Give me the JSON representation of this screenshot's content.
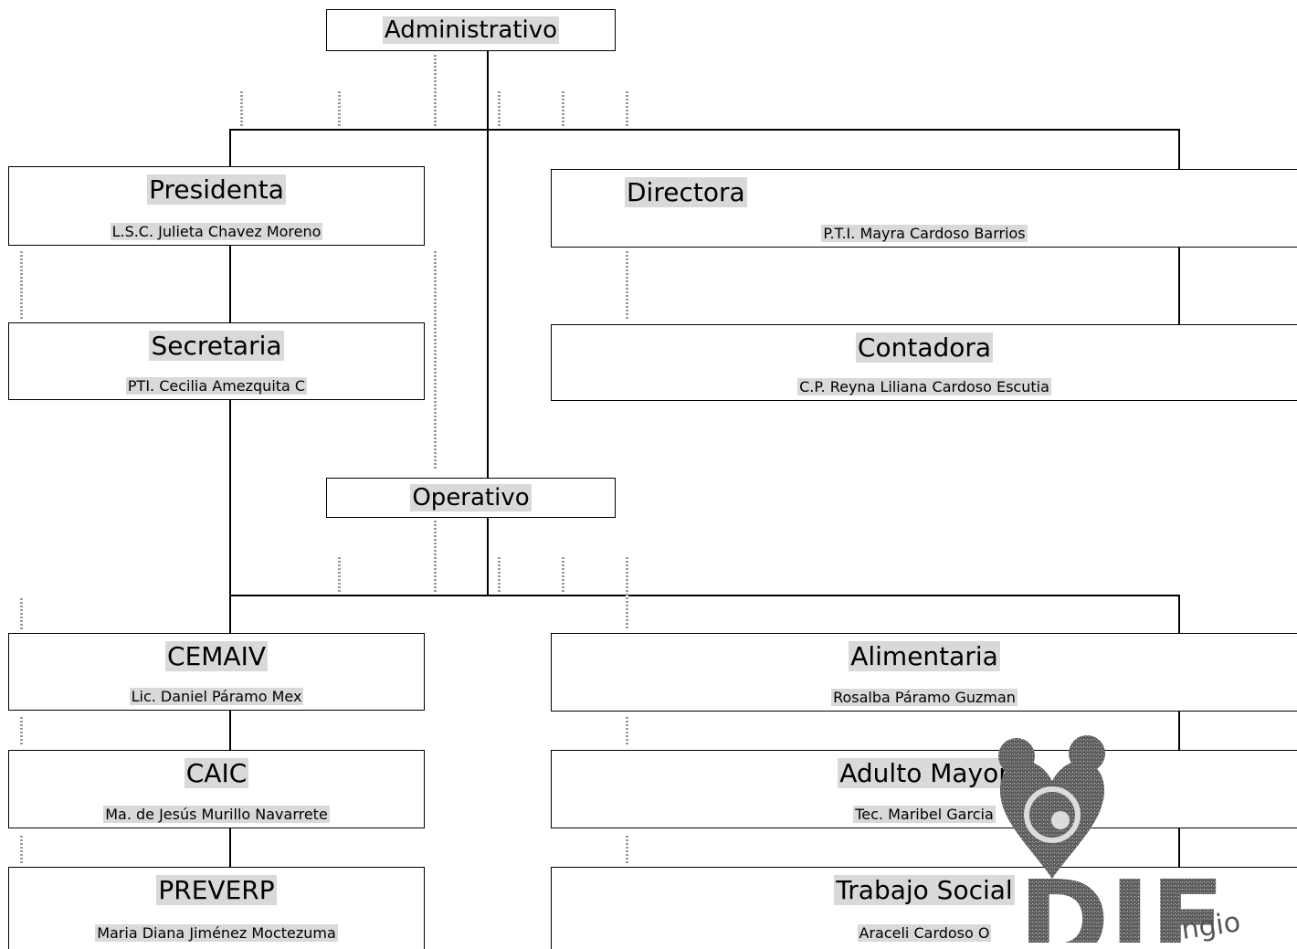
{
  "headers": {
    "administrativo": "Administrativo",
    "operativo": "Operativo"
  },
  "boxes": {
    "presidenta": {
      "role": "Presidenta",
      "name": "L.S.C. Julieta Chavez Moreno"
    },
    "directora": {
      "role": "Directora",
      "name": "P.T.I. Mayra Cardoso Barrios"
    },
    "secretaria": {
      "role": "Secretaria",
      "name": "PTI. Cecilia Amezquita C"
    },
    "contadora": {
      "role": "Contadora",
      "name": "C.P. Reyna Liliana Cardoso Escutia"
    },
    "cemaiv": {
      "role": "CEMAIV",
      "name": "Lic. Daniel Páramo Mex"
    },
    "alimentaria": {
      "role": "Alimentaria",
      "name": "Rosalba Páramo Guzman"
    },
    "caic": {
      "role": "CAIC",
      "name": "Ma. de Jesús Murillo Navarrete"
    },
    "adulto_mayor": {
      "role": "Adulto Mayor",
      "name": "Tec. Maribel Garcia"
    },
    "preverp": {
      "role": "PREVERP",
      "name": "Maria Diana Jiménez Moctezuma"
    },
    "trabajo_social": {
      "role": "Trabajo Social",
      "name": "Araceli Cardoso O"
    }
  },
  "logo": {
    "text": "DIF",
    "tagline": "ngio",
    "colors": {
      "logo": "#6f6f6f",
      "highlight": "#d9d9d9"
    }
  }
}
